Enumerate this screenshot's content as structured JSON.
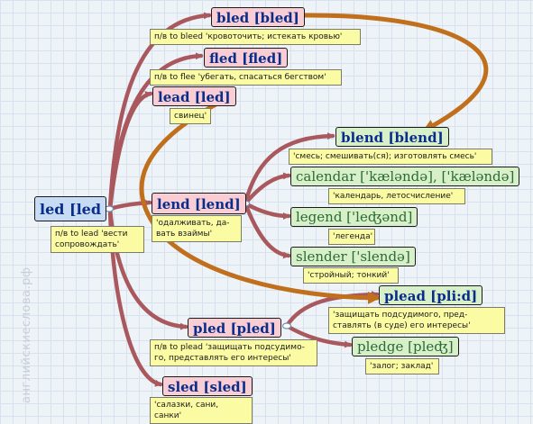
{
  "watermark": "английскиеслова.рф",
  "colors": {
    "thin_link": "#a9595e",
    "thick_link": "#c0701d",
    "root_fill": "#c7dcf4",
    "form_fill": "#f8cdd3",
    "word_fill": "#d8f0c9",
    "note_fill": "#fbfba4"
  },
  "nodes": {
    "led": {
      "label": "led [led",
      "note": "п/в to lead 'вести\nсопровождать'"
    },
    "bled": {
      "label": "bled [bled]",
      "note": "п/в to bleed 'кровоточить; истекать кровью'"
    },
    "fled": {
      "label": "fled [fled]",
      "note": "п/в to flee 'убегать, спасаться бегством'"
    },
    "lead": {
      "label": "lead [led]",
      "note": "свинец'"
    },
    "lend": {
      "label": "lend [lend]",
      "note": "'одалживать, да-\nвать взаймы'"
    },
    "blend": {
      "label": "blend [blend]",
      "note": "'смесь; смешивать(ся); изготовлять смесь'"
    },
    "calendar": {
      "label": "calendar ['kæləndə], ['kæləndə]",
      "note": "'календарь, летосчисление'"
    },
    "legend": {
      "label": "legend ['leʤənd]",
      "note": "'легенда'"
    },
    "slender": {
      "label": "slender ['slendə]",
      "note": "'стройный; тонкий'"
    },
    "plead": {
      "label": "plead [pli:d]",
      "note": "'защищать подсудимого, пред-\nставлять (в суде) его интересы'"
    },
    "pled": {
      "label": "pled [pled]",
      "note": "п/в to plead 'защищать подсудимо-\nго, представлять его интересы'"
    },
    "pledge": {
      "label": "pledge [pleʤ]",
      "note": "'залог; заклад'"
    },
    "sled": {
      "label": "sled [sled]",
      "note": "'салазки, сани, санки'"
    }
  }
}
